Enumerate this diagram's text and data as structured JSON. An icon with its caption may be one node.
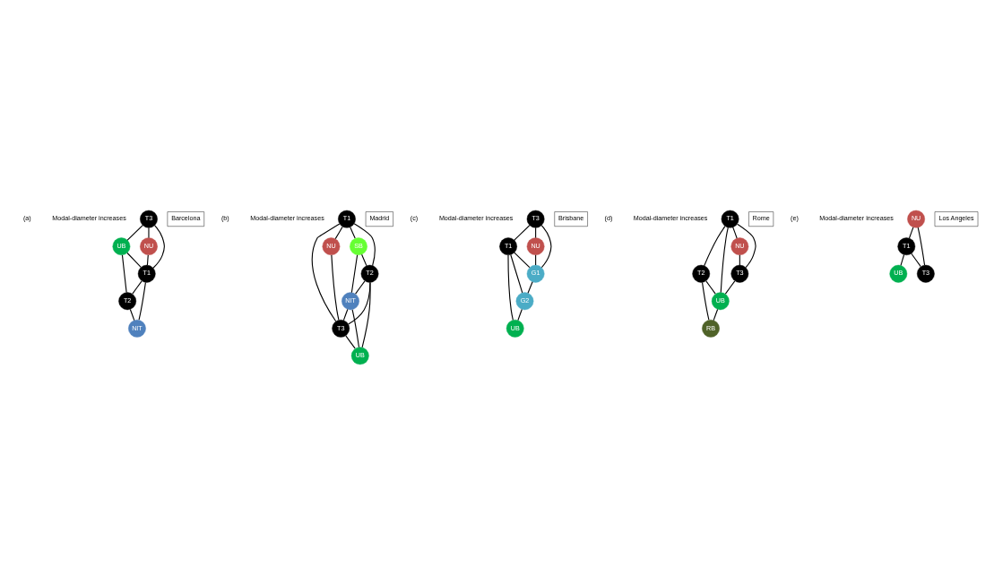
{
  "diagram": {
    "nodes": [
      {
        "text": [
          "Barcelona"
        ]
      },
      {
        "text": [
          "T3"
        ]
      },
      {
        "text": [
          "UB"
        ]
      },
      {
        "text": [
          "NU"
        ]
      },
      {
        "text": [
          "T1"
        ]
      },
      {
        "text": [
          "T2"
        ]
      },
      {
        "text": [
          "NIT"
        ]
      },
      {
        "text": [
          "Madrid"
        ]
      },
      {
        "text": [
          "T1"
        ]
      },
      {
        "text": [
          "SB"
        ]
      },
      {
        "text": [
          "NU"
        ]
      },
      {
        "text": [
          "T2"
        ]
      },
      {
        "text": [
          "NIT"
        ]
      },
      {
        "text": [
          "T3"
        ]
      },
      {
        "text": [
          "UB"
        ]
      },
      {
        "text": [
          "Brisbane"
        ]
      },
      {
        "text": [
          "T3"
        ]
      },
      {
        "text": [
          "T1"
        ]
      },
      {
        "text": [
          "NU"
        ]
      },
      {
        "text": [
          "UB"
        ]
      },
      {
        "text": [
          "G1"
        ]
      },
      {
        "text": [
          "G2"
        ]
      },
      {
        "text": [
          "Rome"
        ]
      },
      {
        "text": [
          "T1"
        ]
      },
      {
        "text": [
          "T2"
        ]
      },
      {
        "text": [
          "NU"
        ]
      },
      {
        "text": [
          "T3"
        ]
      },
      {
        "text": [
          "UB"
        ]
      },
      {
        "text": [
          "RB"
        ]
      },
      {
        "text": [
          "Los Angeles"
        ]
      },
      {
        "text": [
          "NU"
        ]
      },
      {
        "text": [
          "T1"
        ]
      },
      {
        "text": [
          "UB"
        ]
      },
      {
        "text": [
          "T3"
        ]
      }
    ],
    "edges": [
      {
        "from": 1,
        "to": 2,
        "arrow": "none"
      },
      {
        "from": 1,
        "to": 3,
        "arrow": "none"
      },
      {
        "from": 1,
        "to": 4,
        "arrow": "none"
      },
      {
        "from": 3,
        "to": 4,
        "arrow": "none"
      },
      {
        "from": 2,
        "to": 4,
        "arrow": "none"
      },
      {
        "from": 2,
        "to": 5,
        "arrow": "none"
      },
      {
        "from": 4,
        "to": 5,
        "arrow": "none"
      },
      {
        "from": 4,
        "to": 6,
        "arrow": "none"
      },
      {
        "from": 5,
        "to": 6,
        "arrow": "none"
      },
      {
        "from": 8,
        "to": 9,
        "arrow": "none"
      },
      {
        "from": 8,
        "to": 10,
        "arrow": "none"
      },
      {
        "from": 8,
        "to": 11,
        "arrow": "none"
      },
      {
        "from": 8,
        "to": 13,
        "arrow": "none"
      },
      {
        "from": 9,
        "to": 11,
        "arrow": "none"
      },
      {
        "from": 9,
        "to": 12,
        "arrow": "none"
      },
      {
        "from": 10,
        "to": 13,
        "arrow": "none"
      },
      {
        "from": 11,
        "to": 12,
        "arrow": "none"
      },
      {
        "from": 11,
        "to": 13,
        "arrow": "none"
      },
      {
        "from": 11,
        "to": 14,
        "arrow": "none"
      },
      {
        "from": 12,
        "to": 13,
        "arrow": "none"
      },
      {
        "from": 12,
        "to": 14,
        "arrow": "none"
      },
      {
        "from": 13,
        "to": 14,
        "arrow": "none"
      },
      {
        "from": 16,
        "to": 17,
        "arrow": "none"
      },
      {
        "from": 16,
        "to": 18,
        "arrow": "none"
      },
      {
        "from": 16,
        "to": 20,
        "arrow": "none"
      },
      {
        "from": 17,
        "to": 20,
        "arrow": "none"
      },
      {
        "from": 17,
        "to": 21,
        "arrow": "none"
      },
      {
        "from": 17,
        "to": 19,
        "arrow": "none"
      },
      {
        "from": 18,
        "to": 20,
        "arrow": "none"
      },
      {
        "from": 20,
        "to": 21,
        "arrow": "none"
      },
      {
        "from": 21,
        "to": 19,
        "arrow": "none"
      },
      {
        "from": 23,
        "to": 24,
        "arrow": "none"
      },
      {
        "from": 23,
        "to": 25,
        "arrow": "none"
      },
      {
        "from": 23,
        "to": 26,
        "arrow": "none"
      },
      {
        "from": 23,
        "to": 27,
        "arrow": "none"
      },
      {
        "from": 24,
        "to": 27,
        "arrow": "none"
      },
      {
        "from": 24,
        "to": 28,
        "arrow": "none"
      },
      {
        "from": 25,
        "to": 26,
        "arrow": "none"
      },
      {
        "from": 26,
        "to": 27,
        "arrow": "none"
      },
      {
        "from": 27,
        "to": 28,
        "arrow": "none"
      },
      {
        "from": 30,
        "to": 31,
        "arrow": "none"
      },
      {
        "from": 31,
        "to": 32,
        "arrow": "none"
      },
      {
        "from": 30,
        "to": 33,
        "arrow": "none"
      },
      {
        "from": 31,
        "to": 33,
        "arrow": "none"
      }
    ],
    "labels": [
      "Modal-diameter increases",
      "Modal-diameter increases",
      "Modal-diameter increases",
      "(a)",
      "(b)",
      "(c)",
      "Modal-diameter increases",
      "Modal-diameter increases",
      "(d)",
      "(e)"
    ]
  }
}
